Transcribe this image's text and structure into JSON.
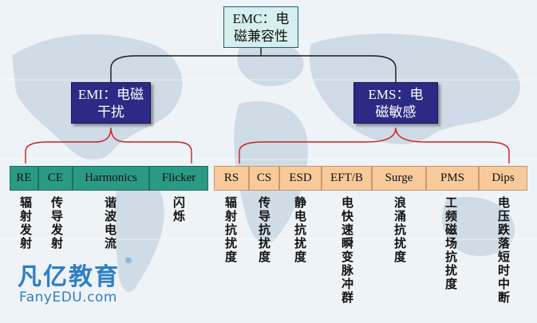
{
  "root": {
    "line1": "EMC：电",
    "line2": "磁兼容性"
  },
  "emi": {
    "line1": "EMI：电磁",
    "line2": "干扰"
  },
  "ems": {
    "line1": "EMS：电",
    "line2": "磁敏感"
  },
  "emi_items": [
    {
      "code": "RE",
      "desc": "辐射发射"
    },
    {
      "code": "CE",
      "desc": "传导发射"
    },
    {
      "code": "Harmonics",
      "desc": "谐波电流"
    },
    {
      "code": "Flicker",
      "desc": "闪烁"
    }
  ],
  "ems_items": [
    {
      "code": "RS",
      "desc": "辐射抗扰度"
    },
    {
      "code": "CS",
      "desc": "传导抗扰度"
    },
    {
      "code": "ESD",
      "desc": "静电抗扰度"
    },
    {
      "code": "EFT/B",
      "desc": "电快速瞬变脉冲群"
    },
    {
      "code": "Surge",
      "desc": "浪涌抗扰度"
    },
    {
      "code": "PMS",
      "desc": "工频磁场抗扰度"
    },
    {
      "code": "Dips",
      "desc": "电压跌落短时中断"
    }
  ],
  "logo": {
    "title": "凡亿教育",
    "registered": "®",
    "url": "FanyEDU.com"
  },
  "colors": {
    "root_fill": "#d5eeee",
    "mid_fill": "#2b2b86",
    "emi_cell": "#2b9a84",
    "ems_cell": "#f8c99a",
    "connector": "#d01c1c",
    "logo": "#2f7fc4"
  }
}
